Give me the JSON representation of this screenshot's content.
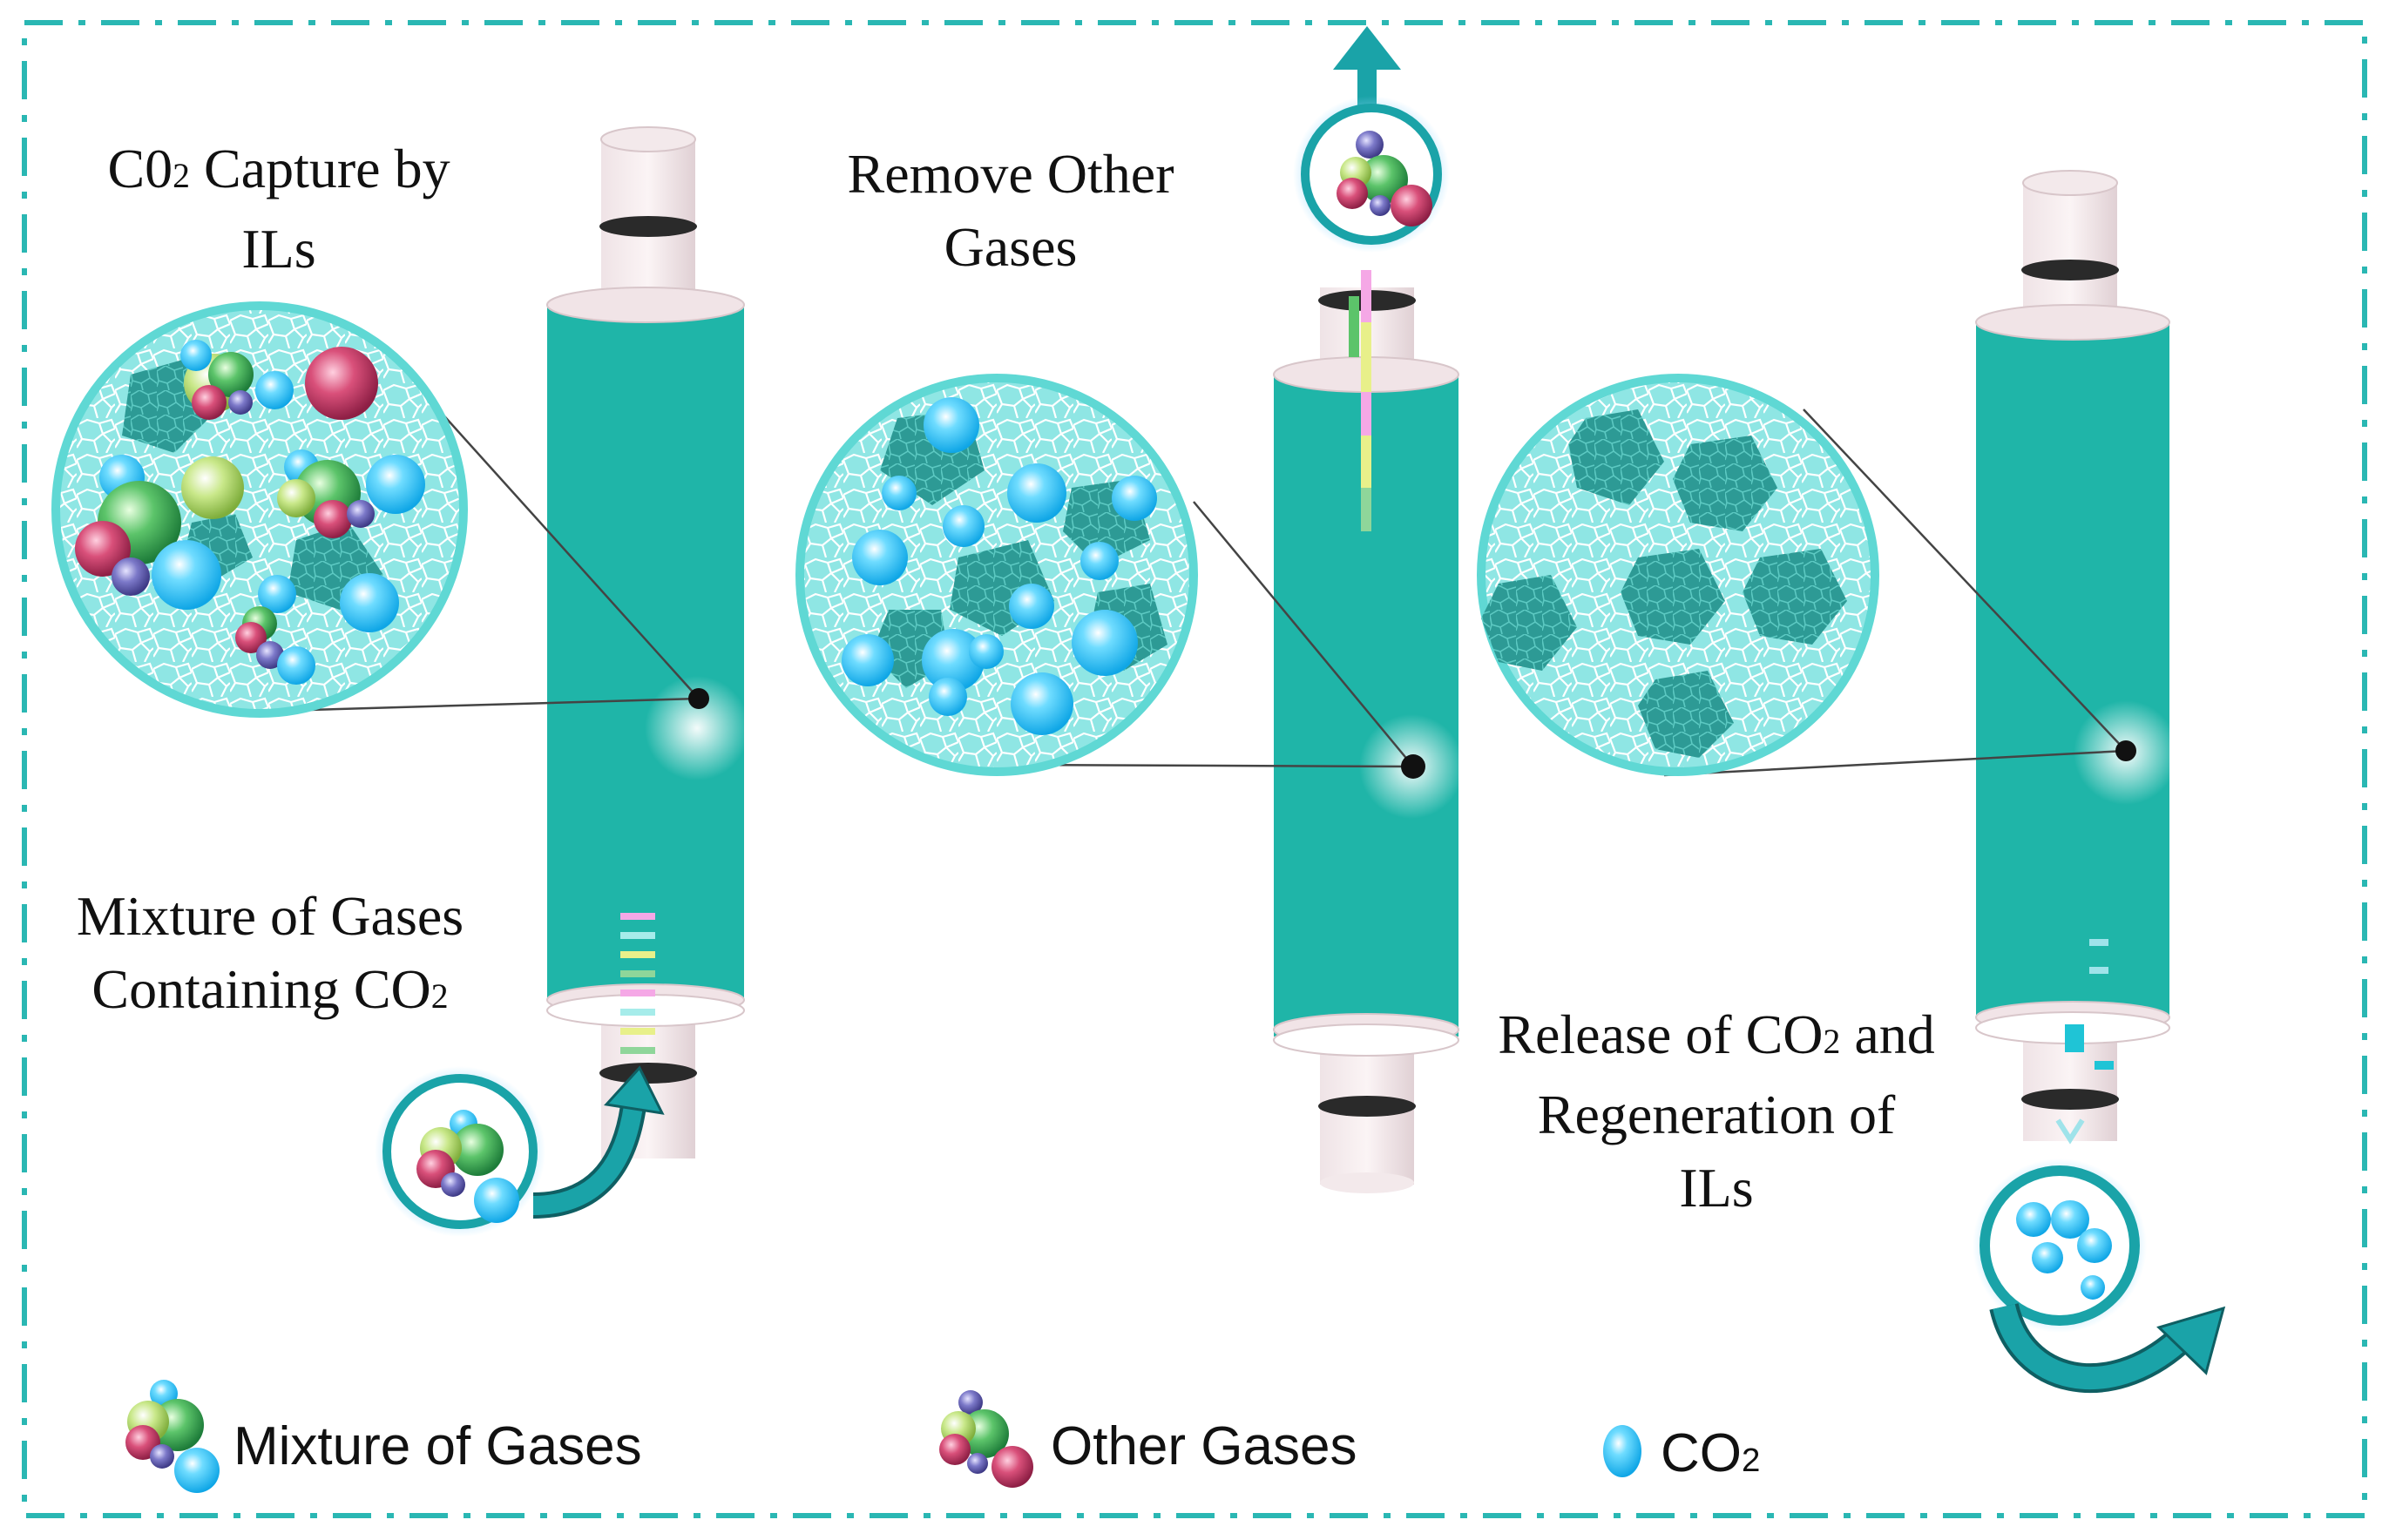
{
  "labels": {
    "capture_line1": "C0",
    "capture_sub": "2",
    "capture_line1_rest": " Capture by",
    "capture_line2": "ILs",
    "remove_line1": "Remove Other",
    "remove_line2": "Gases",
    "mixture_line1": "Mixture of Gases",
    "mixture_line2": "Containing CO",
    "mixture_sub": "2",
    "release_line1": "Release of CO",
    "release_sub": "2",
    "release_line1_rest": " and",
    "release_line2": "Regeneration of",
    "release_line3": "ILs"
  },
  "legend": {
    "mixture": "Mixture of Gases",
    "other": "Other Gases",
    "co2": "CO",
    "co2_sub": "2"
  },
  "colors": {
    "column": "#1fb5a8",
    "column_dark": "#13958a",
    "frame": "#2ab7b3",
    "co2": "#27c0f2",
    "cell": "#8fe6e4",
    "cell_dark": "#2d9a95"
  }
}
